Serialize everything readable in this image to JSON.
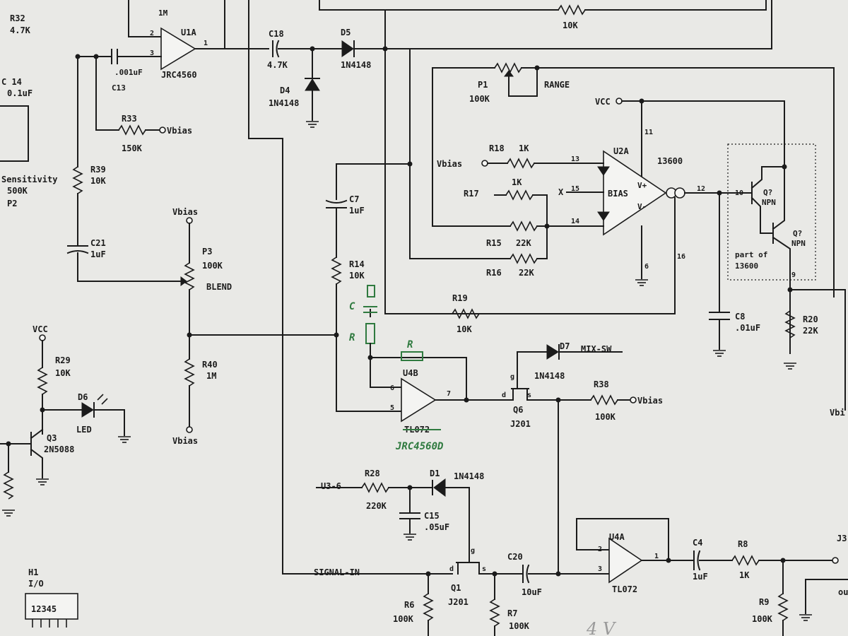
{
  "components": {
    "r32": {
      "ref": "R32",
      "value": "4.7K"
    },
    "c14": {
      "ref": "C 14",
      "value": "0.1uF"
    },
    "sens": {
      "label": "Sensitivity",
      "value": "500K",
      "ref": "P2"
    },
    "u1a": {
      "ref": "U1A",
      "part": "JRC4560",
      "feedback": "1M",
      "p1": "1",
      "p2": "2",
      "p3": "3"
    },
    "c13": {
      "ref": "C13",
      "value": ".001uF"
    },
    "r33": {
      "ref": "R33",
      "value": "150K",
      "net": "Vbias"
    },
    "r39": {
      "ref": "R39",
      "value": "10K"
    },
    "c21": {
      "ref": "C21",
      "value": "1uF"
    },
    "c18": {
      "ref": "C18",
      "value": "4.7K"
    },
    "d5": {
      "ref": "D5",
      "value": "1N4148"
    },
    "d4": {
      "ref": "D4",
      "value": "1N4148"
    },
    "r10k_top": {
      "value": "10K"
    },
    "p1": {
      "ref": "P1",
      "value": "100K",
      "label": "RANGE"
    },
    "vcc_top": {
      "net": "VCC"
    },
    "u2a": {
      "ref": "U2A",
      "part": "13600",
      "bias": "BIAS",
      "vplus": "V+",
      "vminus": "V-",
      "p13": "13",
      "p15": "15",
      "p14": "14",
      "p12": "12",
      "p11": "11",
      "p6": "6",
      "p16": "16",
      "x": "X"
    },
    "r18": {
      "ref": "R18",
      "value": "1K",
      "net": "Vbias"
    },
    "r17": {
      "ref": "R17",
      "value": "1K"
    },
    "r15": {
      "ref": "R15",
      "value": "22K"
    },
    "r16": {
      "ref": "R16",
      "value": "22K"
    },
    "q_npn": {
      "ref": "Q?",
      "type": "NPN",
      "p10": "10",
      "p9": "9",
      "part_of": "part of",
      "part_ic": "13600"
    },
    "c7": {
      "ref": "C7",
      "value": "1uF"
    },
    "r14": {
      "ref": "R14",
      "value": "10K"
    },
    "r19": {
      "ref": "R19",
      "value": "10K"
    },
    "c8": {
      "ref": "C8",
      "value": ".01uF"
    },
    "r20": {
      "ref": "R20",
      "value": "22K"
    },
    "p3": {
      "ref": "P3",
      "value": "100K",
      "label": "BLEND",
      "net_top": "Vbias",
      "net_bot": "Vbias"
    },
    "r40": {
      "ref": "R40",
      "value": "1M"
    },
    "vcc_left": {
      "net": "VCC"
    },
    "r29": {
      "ref": "R29",
      "value": "10K"
    },
    "d6": {
      "ref": "D6",
      "value": "LED"
    },
    "q3": {
      "ref": "Q3",
      "value": "2N5088"
    },
    "u4b": {
      "ref": "U4B",
      "part": "TL072",
      "handwritten": "JRC4560D",
      "p5": "5",
      "p6": "6",
      "p7": "7",
      "mod_c": "C",
      "mod_r": "R",
      "mod_r2": "R"
    },
    "d7": {
      "ref": "D7",
      "value": "1N4148",
      "net": "MIX-SW"
    },
    "q6": {
      "ref": "Q6",
      "value": "J201",
      "g": "g",
      "d": "d",
      "s": "s"
    },
    "r38": {
      "ref": "R38",
      "value": "100K",
      "net": "Vbias"
    },
    "vbias_right": {
      "net": "Vbi"
    },
    "u3": {
      "net": "U3-6"
    },
    "r28": {
      "ref": "R28",
      "value": "220K"
    },
    "d1": {
      "ref": "D1",
      "value": "1N4148"
    },
    "c15": {
      "ref": "C15",
      "value": ".05uF"
    },
    "q1": {
      "ref": "Q1",
      "value": "J201",
      "g": "g",
      "d": "d",
      "s": "s"
    },
    "signal": {
      "net": "SIGNAL-IN"
    },
    "c20": {
      "ref": "C20",
      "value": "10uF"
    },
    "u4a": {
      "ref": "U4A",
      "part": "TL072",
      "p1": "1",
      "p2": "2",
      "p3": "3"
    },
    "c4": {
      "ref": "C4",
      "value": "1uF"
    },
    "r8": {
      "ref": "R8",
      "value": "1K"
    },
    "r9": {
      "ref": "R9",
      "value": "100K"
    },
    "j3": {
      "ref": "J3",
      "partial": "ou"
    },
    "r6": {
      "ref": "R6",
      "value": "100K"
    },
    "r7": {
      "ref": "R7",
      "value": "100K"
    },
    "h1": {
      "ref": "H1",
      "label": "I/O",
      "pins": "12345"
    },
    "pencil_note": {
      "text": "4 V"
    }
  }
}
